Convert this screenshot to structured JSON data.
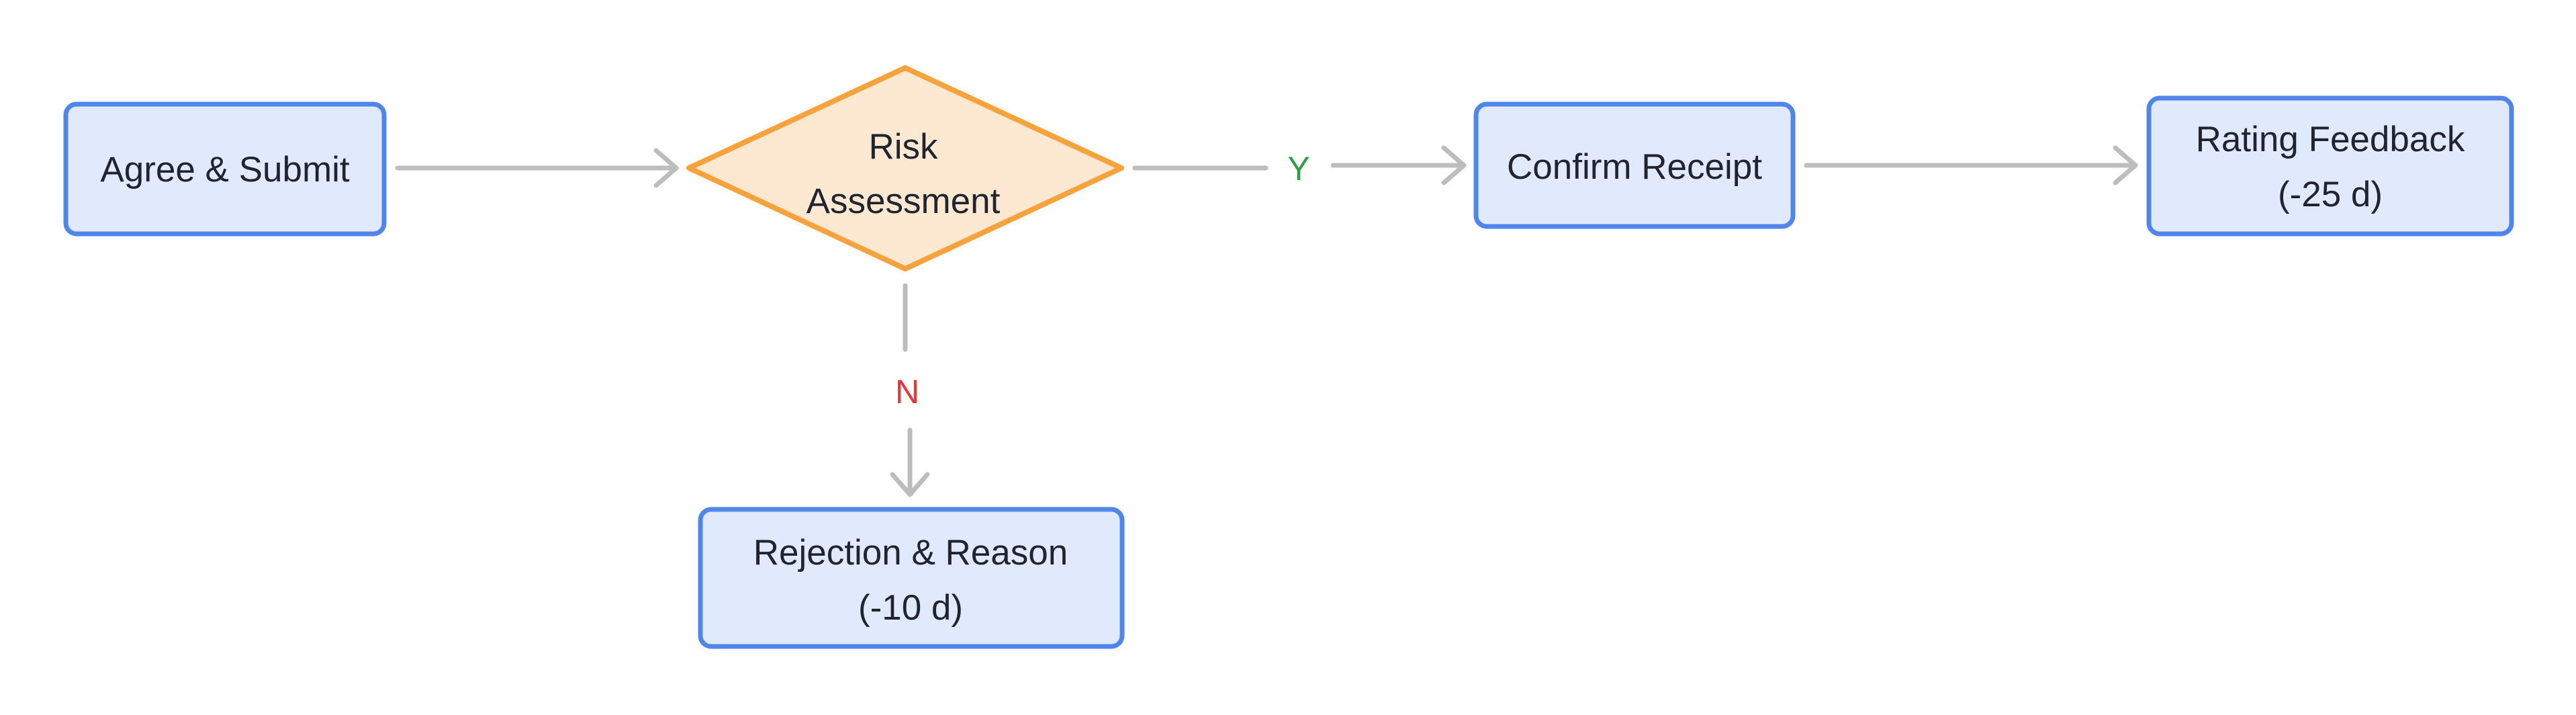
{
  "colors": {
    "process_fill": "#E1E9FC",
    "process_stroke": "#5086EC",
    "decision_fill": "#FDE8D2",
    "decision_stroke": "#F6A33D",
    "edge": "#BDBDBD",
    "yes_label": "#2EA043",
    "no_label": "#E5383B"
  },
  "nodes": {
    "agree_submit": {
      "type": "process",
      "line1": "Agree & Submit"
    },
    "risk_assessment": {
      "type": "decision",
      "line1": "Risk",
      "line2": "Assessment"
    },
    "confirm_receipt": {
      "type": "process",
      "line1": "Confirm Receipt"
    },
    "rating_feedback": {
      "type": "process",
      "line1": "Rating Feedback",
      "line2": "(-25 d)"
    },
    "rejection_reason": {
      "type": "process",
      "line1": "Rejection & Reason",
      "line2": "(-10 d)"
    }
  },
  "edges": {
    "yes_label": "Y",
    "no_label": "N"
  }
}
